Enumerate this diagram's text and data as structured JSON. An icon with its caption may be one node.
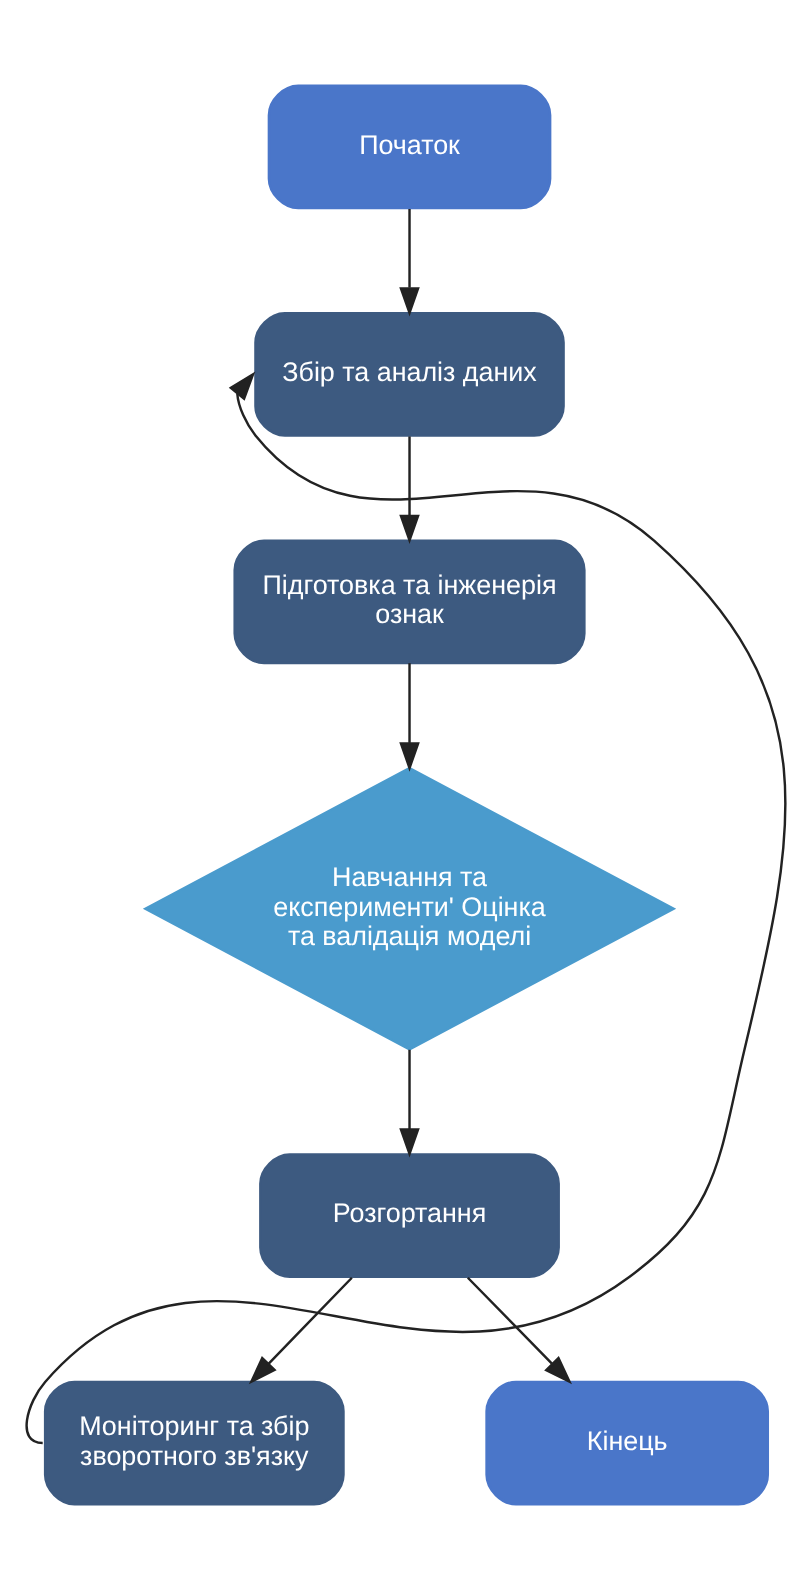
{
  "diagram": {
    "nodes": [
      {
        "text": [
          "Початок"
        ]
      },
      {
        "text": [
          "Збір та аналіз даних"
        ]
      },
      {
        "text": [
          "Підготовка та інженерія ознак"
        ]
      },
      {
        "text": [
          "Навчання та експерименти' Оцінка та валідація моделі"
        ]
      },
      {
        "text": [
          "Розгортання"
        ]
      },
      {
        "text": [
          "Моніторинг та збір зворотного зв'язку"
        ]
      },
      {
        "text": [
          "Кінець"
        ]
      }
    ],
    "edges": [
      {
        "from": 0,
        "to": 1,
        "arrow": "to"
      },
      {
        "from": 1,
        "to": 2,
        "arrow": "to"
      },
      {
        "from": 2,
        "to": 3,
        "arrow": "to"
      },
      {
        "from": 3,
        "to": 4,
        "arrow": "to"
      },
      {
        "from": 4,
        "to": 5,
        "arrow": "to"
      },
      {
        "from": 4,
        "to": 6,
        "arrow": "to"
      },
      {
        "from": 5,
        "to": 1,
        "arrow": "to"
      }
    ]
  }
}
